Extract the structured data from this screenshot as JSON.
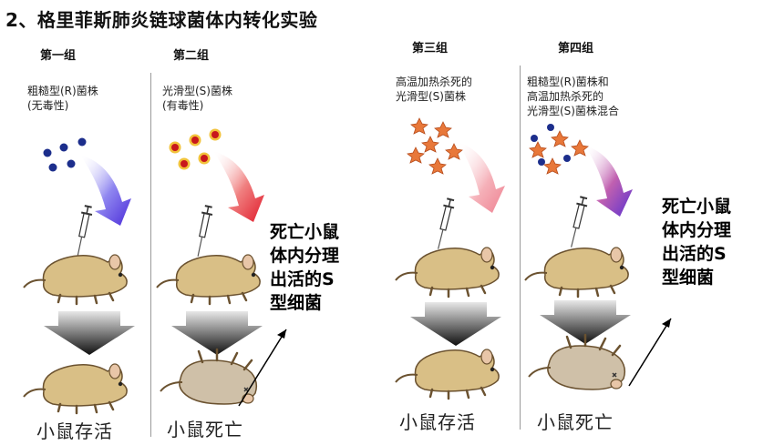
{
  "title": "2、格里菲斯肺炎链球菌体内转化实验",
  "groups": [
    {
      "label": "第一组",
      "caption": "粗糙型(R)菌株\n(无毒性)",
      "result": "小鼠存活"
    },
    {
      "label": "第二组",
      "caption": "光滑型(S)菌株\n(有毒性)",
      "result": "小鼠死亡"
    },
    {
      "label": "第三组",
      "caption": "高温加热杀死的\n光滑型(S)菌株",
      "result": "小鼠存活"
    },
    {
      "label": "第四组",
      "caption": "粗糙型(R)菌株和\n高温加热杀死的\n光滑型(S)菌株混合",
      "result": "小鼠死亡"
    }
  ],
  "annotations": {
    "left": "死亡小鼠\n体内分理\n出活的S\n型细菌",
    "right": "死亡小鼠\n体内分理\n出活的S\n型细菌"
  },
  "colors": {
    "r_strain": "#1c2e8c",
    "s_strain": "#c8181c",
    "s_capsule": "#f2c23a",
    "killed_s": "#e8783a",
    "mouse": "#d9bf86"
  }
}
